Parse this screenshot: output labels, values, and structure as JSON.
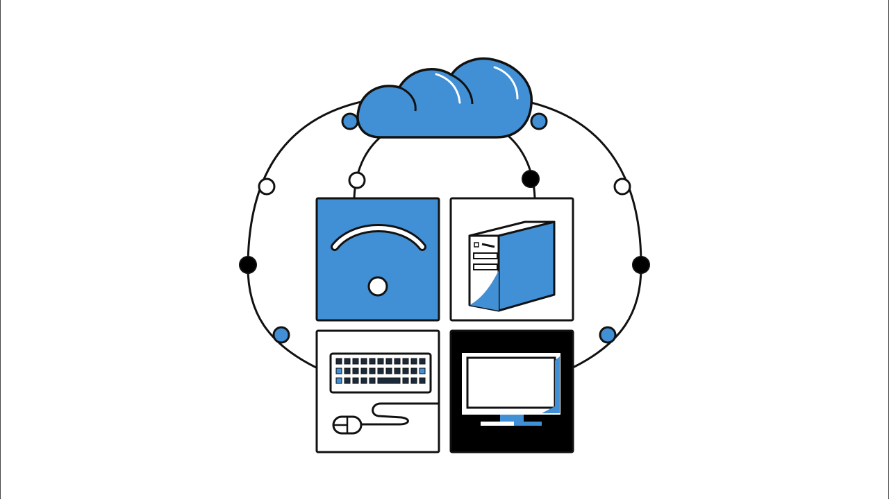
{
  "colors": {
    "accent": "#418fd4",
    "stroke": "#111111",
    "background": "#ffffff",
    "node_black": "#000000",
    "node_white": "#ffffff"
  },
  "diagram": {
    "center_element": "cloud-icon",
    "tiles": [
      {
        "name": "wifi-tile",
        "icon": "wifi-icon",
        "fill": "accent"
      },
      {
        "name": "server-tile",
        "icon": "server-tower-icon",
        "fill": "white"
      },
      {
        "name": "keyboard-mouse-tile",
        "icon": "keyboard-mouse-icon",
        "fill": "white"
      },
      {
        "name": "monitor-tile",
        "icon": "monitor-icon",
        "fill": "black"
      }
    ],
    "ring_nodes": [
      {
        "name": "node-outer-top-left",
        "fill": "accent"
      },
      {
        "name": "node-outer-top-right",
        "fill": "accent"
      },
      {
        "name": "node-outer-upper-left",
        "fill": "white"
      },
      {
        "name": "node-outer-upper-right",
        "fill": "white"
      },
      {
        "name": "node-outer-mid-left",
        "fill": "black"
      },
      {
        "name": "node-outer-mid-right",
        "fill": "black"
      },
      {
        "name": "node-outer-lower-left",
        "fill": "accent"
      },
      {
        "name": "node-outer-lower-right",
        "fill": "accent"
      },
      {
        "name": "node-inner-left",
        "fill": "white"
      },
      {
        "name": "node-inner-right",
        "fill": "black"
      }
    ]
  }
}
